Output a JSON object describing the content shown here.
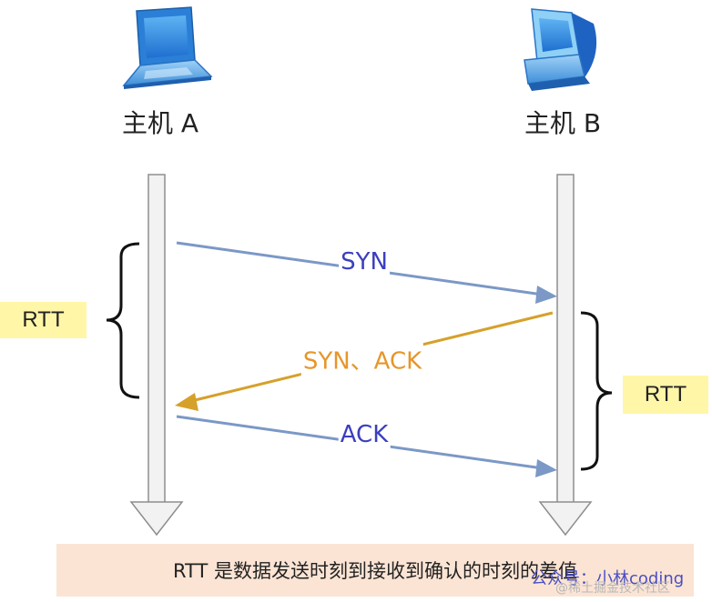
{
  "hosts": {
    "a": {
      "label": "主机 A",
      "icon": "laptop-icon"
    },
    "b": {
      "label": "主机 B",
      "icon": "desktop-computer-icon"
    }
  },
  "messages": {
    "syn": {
      "label": "SYN",
      "color": "#3b3fbf",
      "arrow_color": "#7b98c6"
    },
    "syn_ack": {
      "label": "SYN、ACK",
      "color": "#e6962a",
      "arrow_color": "#d6a12a"
    },
    "ack": {
      "label": "ACK",
      "color": "#3b3fbf",
      "arrow_color": "#7b98c6"
    }
  },
  "rtt": {
    "left": "RTT",
    "right": "RTT",
    "highlight": "#fff6a8"
  },
  "footer": {
    "text": "RTT 是数据发送时刻到接收到确认的时刻的差值",
    "background": "#fbe4d4"
  },
  "watermark": {
    "primary": "公众号：小林coding",
    "secondary": "@稀土掘金技术社区"
  }
}
